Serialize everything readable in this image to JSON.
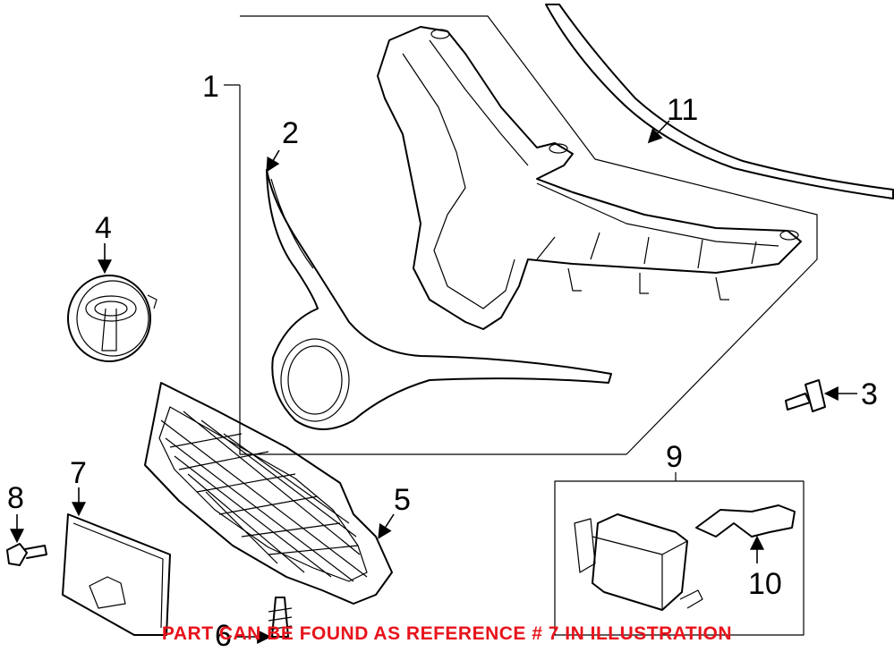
{
  "diagram": {
    "callouts": {
      "c1": "1",
      "c2": "2",
      "c3": "3",
      "c4": "4",
      "c5": "5",
      "c6": "6",
      "c7": "7",
      "c8": "8",
      "c9": "9",
      "c10": "10",
      "c11": "11"
    },
    "note": "PART CAN BE FOUND AS REFERENCE # 7 IN ILLUSTRATION",
    "note_color": "#e8131b",
    "line_color": "#000000"
  }
}
